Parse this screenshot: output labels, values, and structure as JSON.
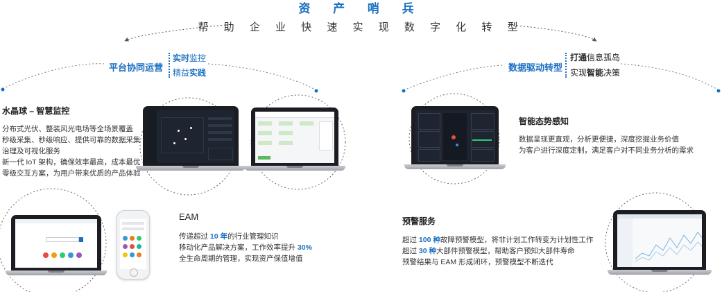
{
  "header": {
    "title": "资 产 哨 兵",
    "subtitle": "帮 助 企 业 快 速   实 现 数 字 化 转 型"
  },
  "left_section": {
    "heading": "平台协同运营",
    "tag1": {
      "strong": "实时",
      "rest": "监控"
    },
    "tag2": {
      "rest": "精益",
      "strong": "实践"
    }
  },
  "right_section": {
    "heading": "数据驱动转型",
    "tag1": {
      "strong": "打通",
      "rest": "信息孤岛"
    },
    "tag2": {
      "pre": "实现",
      "strong": "智能",
      "post": "决策"
    }
  },
  "crystal_ball": {
    "title": "水晶球 – 智慧监控",
    "lines": [
      "分布式光伏、整装风光电场等全场景覆盖",
      "秒级采集、秒级响应、提供可靠的数据采集",
      "治理及可视化服务",
      "新一代 IoT 架构，确保效率最高，成本最优",
      "零级交互方案，为用户带来优质的产品体验"
    ]
  },
  "eam": {
    "title": "EAM",
    "line1": {
      "pre": "传递超过 ",
      "hl": "10 年",
      "post": "的行业管理知识"
    },
    "line2": {
      "pre": "移动化产品解决方案，工作效率提升 ",
      "hl": "30%"
    },
    "line3": "全生命周期的管理，实现资产保值增值"
  },
  "smart_awareness": {
    "title": "智能态势感知",
    "lines": [
      "数据呈现更直观，分析更便捷，深度挖掘业务价值",
      "为客户进行深度定制，满足客户对不同业务分析的需求"
    ]
  },
  "warning": {
    "title": "预警服务",
    "line1": {
      "pre": "超过 ",
      "hl": "100 种",
      "post": "故障预警模型，将非计划工作转变为计划性工作"
    },
    "line2": {
      "pre": "超过 ",
      "hl": "30 种",
      "post": "大部件预警模型，帮助客户预知大部件寿命"
    },
    "line3": "预警结果与 EAM 形成闭环，预警模型不断迭代"
  },
  "colors": {
    "accent": "#1a6fc1",
    "dark_screen": "#1f2530"
  }
}
